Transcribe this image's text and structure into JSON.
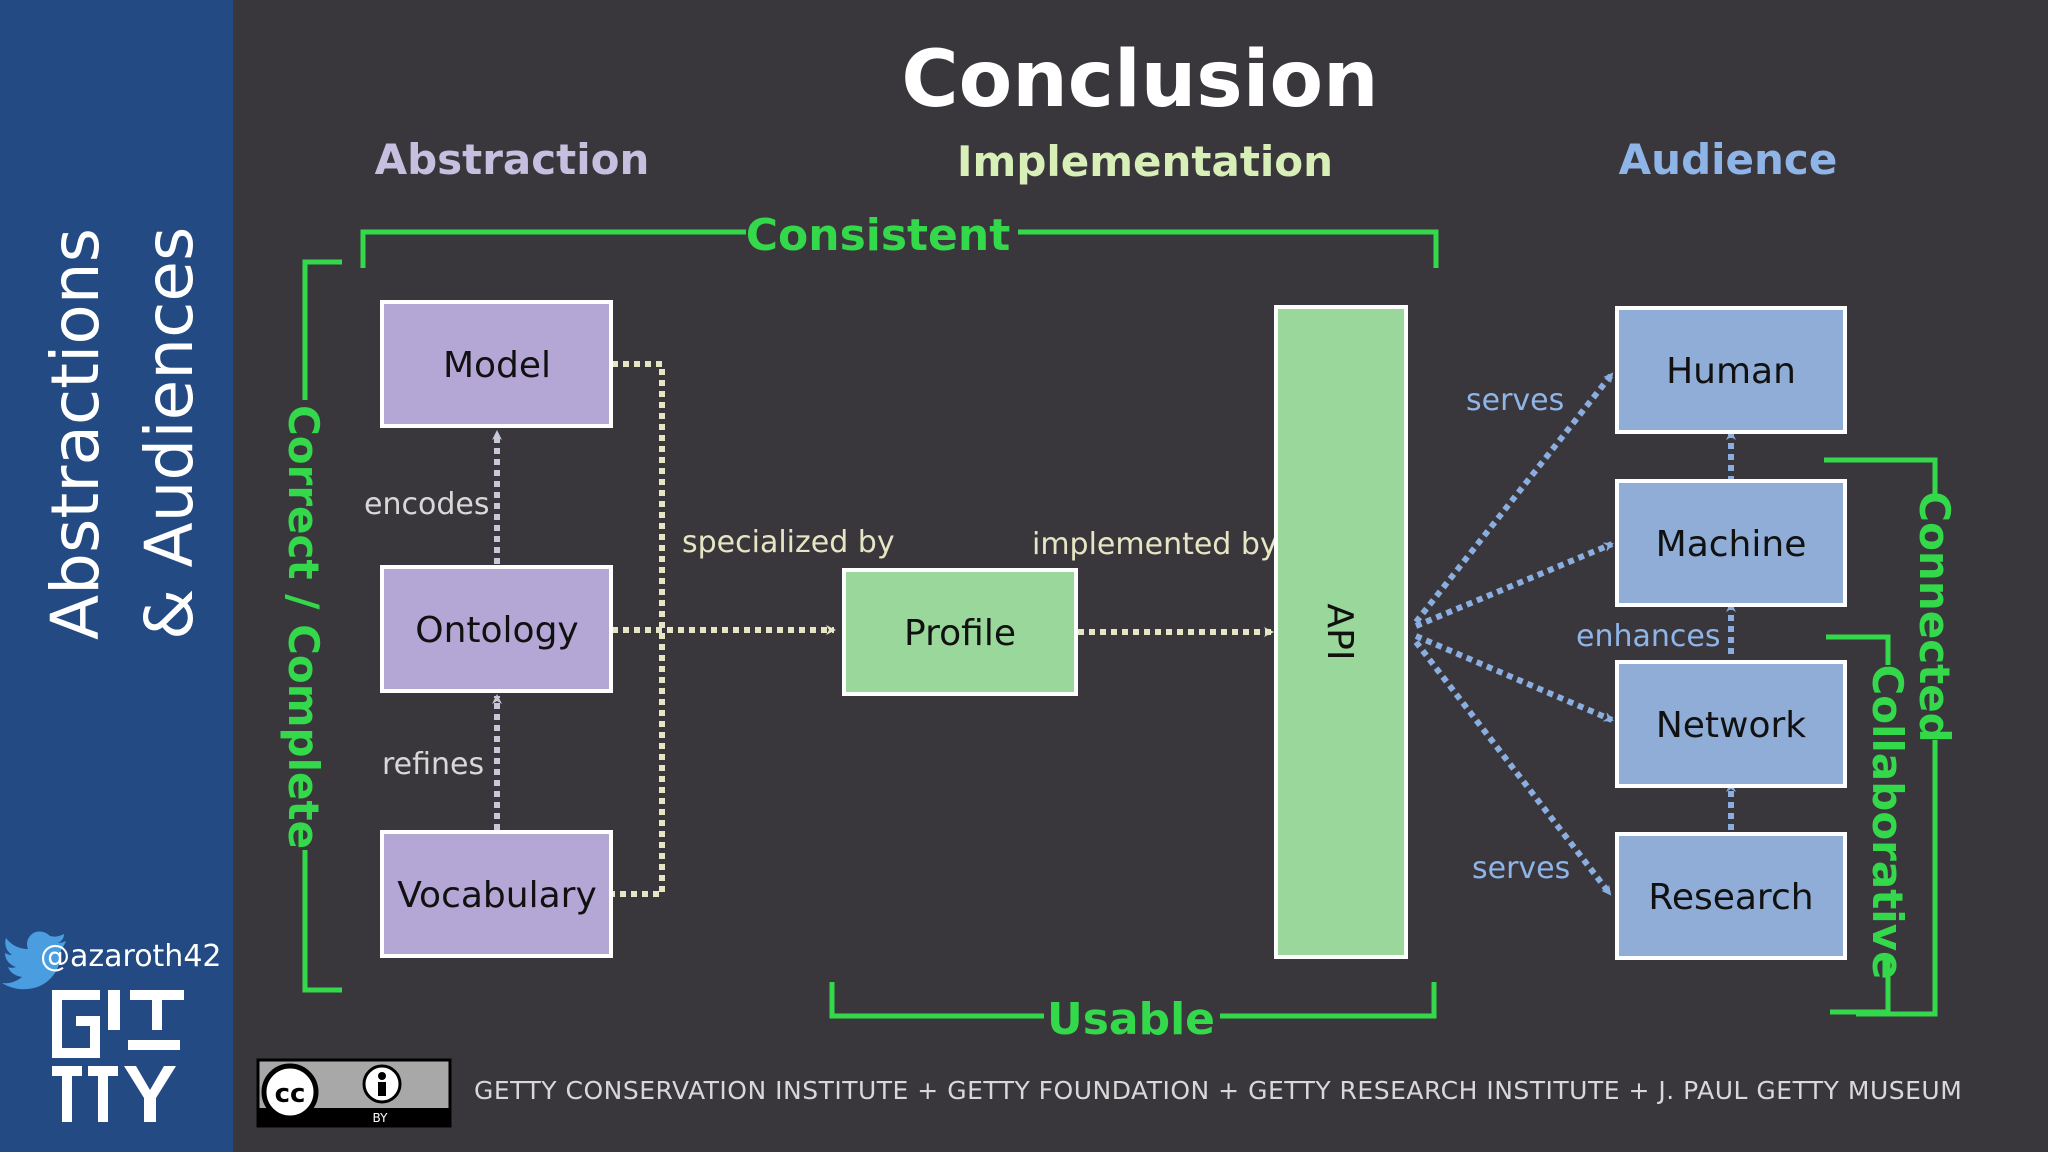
{
  "slide": {
    "title": "Conclusion",
    "sidebar_line1": "Abstractions",
    "sidebar_line2": "& Audiences",
    "twitter_handle": "@azaroth42",
    "footer": "GETTY CONSERVATION INSTITUTE + GETTY FOUNDATION + GETTY RESEARCH INSTITUTE + J. PAUL GETTY MUSEUM",
    "cc_license_icon": "cc-by-badge",
    "cc_by_text": "BY"
  },
  "columns": {
    "abstraction": "Abstraction",
    "implementation": "Implementation",
    "audience": "Audience"
  },
  "qualities": {
    "consistent": "Consistent",
    "usable": "Usable",
    "correct_complete": "Correct / Complete",
    "connected": "Connected",
    "collaborative": "Collaborative"
  },
  "nodes": {
    "model": "Model",
    "ontology": "Ontology",
    "vocabulary": "Vocabulary",
    "profile": "Profile",
    "api": "API",
    "human": "Human",
    "machine": "Machine",
    "network": "Network",
    "research": "Research"
  },
  "edges": {
    "encodes": "encodes",
    "refines": "refines",
    "specialized_by": "specialized by",
    "implemented_by": "implemented by",
    "serves_top": "serves",
    "serves_bottom": "serves",
    "enhances": "enhances"
  },
  "colors": {
    "background": "#3a373c",
    "sidebar": "#234a82",
    "abstraction_box": "#b4a7d6",
    "implementation_box": "#99d79a",
    "audience_box": "#8fadd6",
    "bracket_green": "#33d94a",
    "dotted_cream": "#e6e6c4",
    "dotted_blue": "#8aaee0",
    "head_abstraction": "#c7bfe0",
    "head_implementation": "#d8f0b8",
    "head_audience": "#8fb5e8"
  }
}
